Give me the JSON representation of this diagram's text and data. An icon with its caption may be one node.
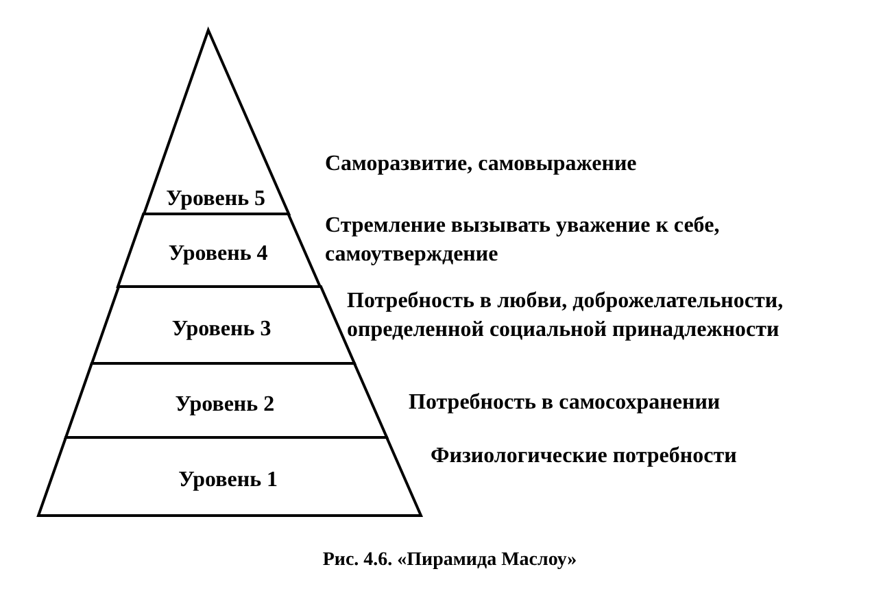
{
  "diagram": {
    "caption": "Рис. 4.6. «Пирамида Маслоу»",
    "nodes": [
      {
        "text": [
          "Уровень 5"
        ],
        "beside": [
          "Саморазвитие, самовыражение"
        ]
      },
      {
        "text": [
          "Уровень 4"
        ],
        "beside": [
          "Стремление вызывать уважение к себе, самоутверждение"
        ]
      },
      {
        "text": [
          "Уровень 3"
        ],
        "beside": [
          "Потребность в любви, доброжелательности, определенной социальной принадлежности"
        ]
      },
      {
        "text": [
          "Уровень 2"
        ],
        "beside": [
          "Потребность в самосохранении"
        ]
      },
      {
        "text": [
          "Уровень 1"
        ],
        "beside": [
          "Физиологические потребности"
        ]
      }
    ]
  }
}
